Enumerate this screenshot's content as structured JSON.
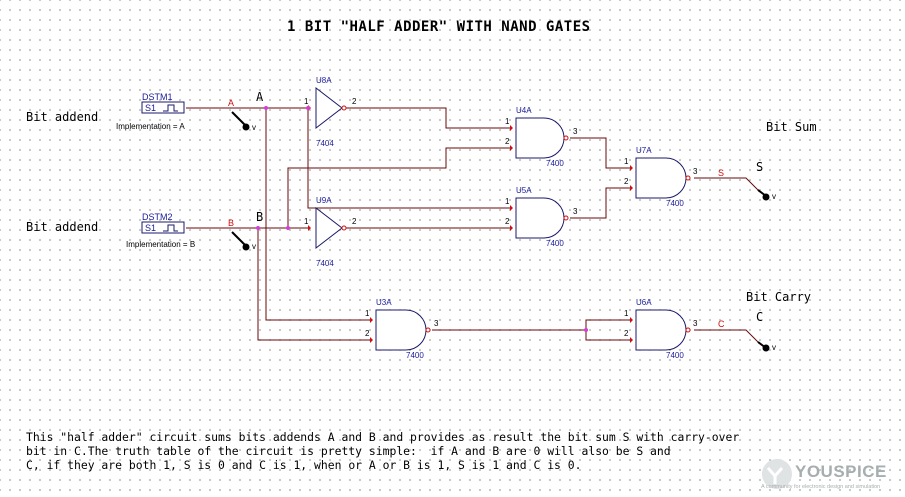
{
  "title": "1 BIT \"HALF ADDER\" WITH NAND GATES",
  "labels": {
    "bit_addend_a": "Bit addend",
    "bit_addend_b": "Bit addend",
    "bit_sum": "Bit Sum",
    "bit_carry": "Bit Carry",
    "node_a": "A",
    "node_b": "B",
    "node_s": "S",
    "node_c": "C",
    "probe_v": "v"
  },
  "sources": [
    {
      "name": "DSTM1",
      "symbol": "S1",
      "implementation": "Implementation = A",
      "net": "A"
    },
    {
      "name": "DSTM2",
      "symbol": "S1",
      "implementation": "Implementation = B",
      "net": "B"
    }
  ],
  "gates": {
    "U8A": {
      "ref": "U8A",
      "part": "7404"
    },
    "U9A": {
      "ref": "U9A",
      "part": "7404"
    },
    "U4A": {
      "ref": "U4A",
      "part": "7400"
    },
    "U5A": {
      "ref": "U5A",
      "part": "7400"
    },
    "U7A": {
      "ref": "U7A",
      "part": "7400"
    },
    "U3A": {
      "ref": "U3A",
      "part": "7400"
    },
    "U6A": {
      "ref": "U6A",
      "part": "7400"
    }
  },
  "pins": {
    "in1": "1",
    "in2": "2",
    "out": "3",
    "inv_out": "2"
  },
  "outputs": {
    "sum_net": "S",
    "carry_net": "C"
  },
  "description": [
    "This \"half adder\" circuit sums bits addends A and B and provides as result the bit sum S with carry-over",
    "bit in C.The truth table of the circuit is pretty simple:  if A and B are 0 will also be S and",
    "C, if they are both 1, S is 0 and C is 1, when or A or B is 1, S is 1 and C is 0."
  ],
  "watermark": {
    "brand": "YOUSPICE",
    "tagline": "A community for electronic design and simulation"
  },
  "colors": {
    "wire": "#6a0a0a",
    "gate": "#1a1a6a",
    "ref": "#1a1a9a",
    "net_label": "#d01010",
    "watermark": "#a7aeb0"
  }
}
